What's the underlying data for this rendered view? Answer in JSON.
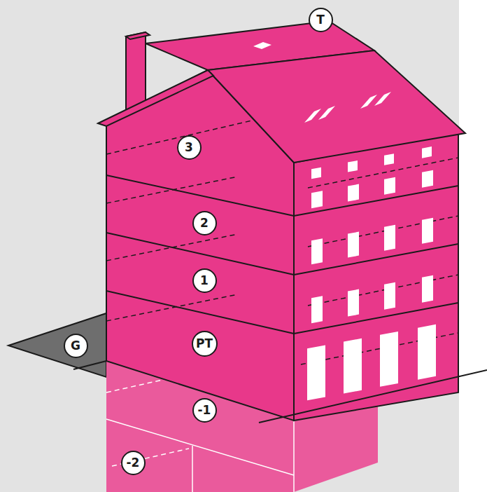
{
  "diagram": {
    "labels": [
      "T",
      "3",
      "2",
      "1",
      "PT",
      "G",
      "-1",
      "-2"
    ]
  }
}
